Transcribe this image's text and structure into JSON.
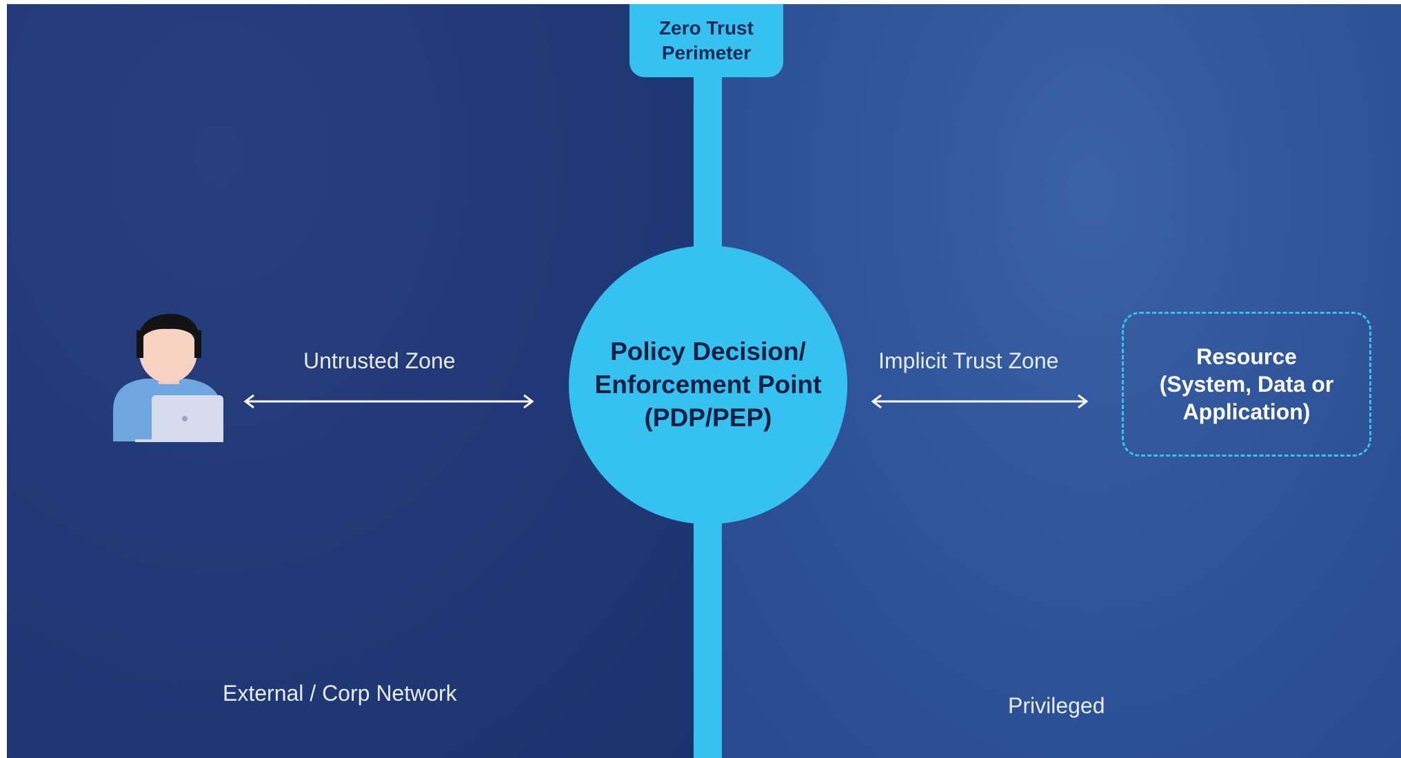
{
  "perimeter": {
    "line1": "Zero Trust",
    "line2": "Perimeter"
  },
  "pdp": {
    "line1": "Policy Decision/",
    "line2": "Enforcement Point",
    "line3": "(PDP/PEP)"
  },
  "zones": {
    "untrusted": "Untrusted Zone",
    "implicit_trust": "Implicit Trust Zone",
    "external": "External / Corp Network",
    "privileged": "Privileged"
  },
  "resource": {
    "line1": "Resource",
    "line2": "(System, Data or",
    "line3": "Application)"
  },
  "icons": {
    "user": "user-with-laptop-icon",
    "left_arrow": "double-arrow-icon",
    "right_arrow": "double-arrow-icon"
  },
  "colors": {
    "accent": "#35c2f0",
    "left_panel": "#213a77",
    "right_panel": "#30569c",
    "text_light": "#e6ecf7",
    "text_dark": "#0f1f42"
  }
}
